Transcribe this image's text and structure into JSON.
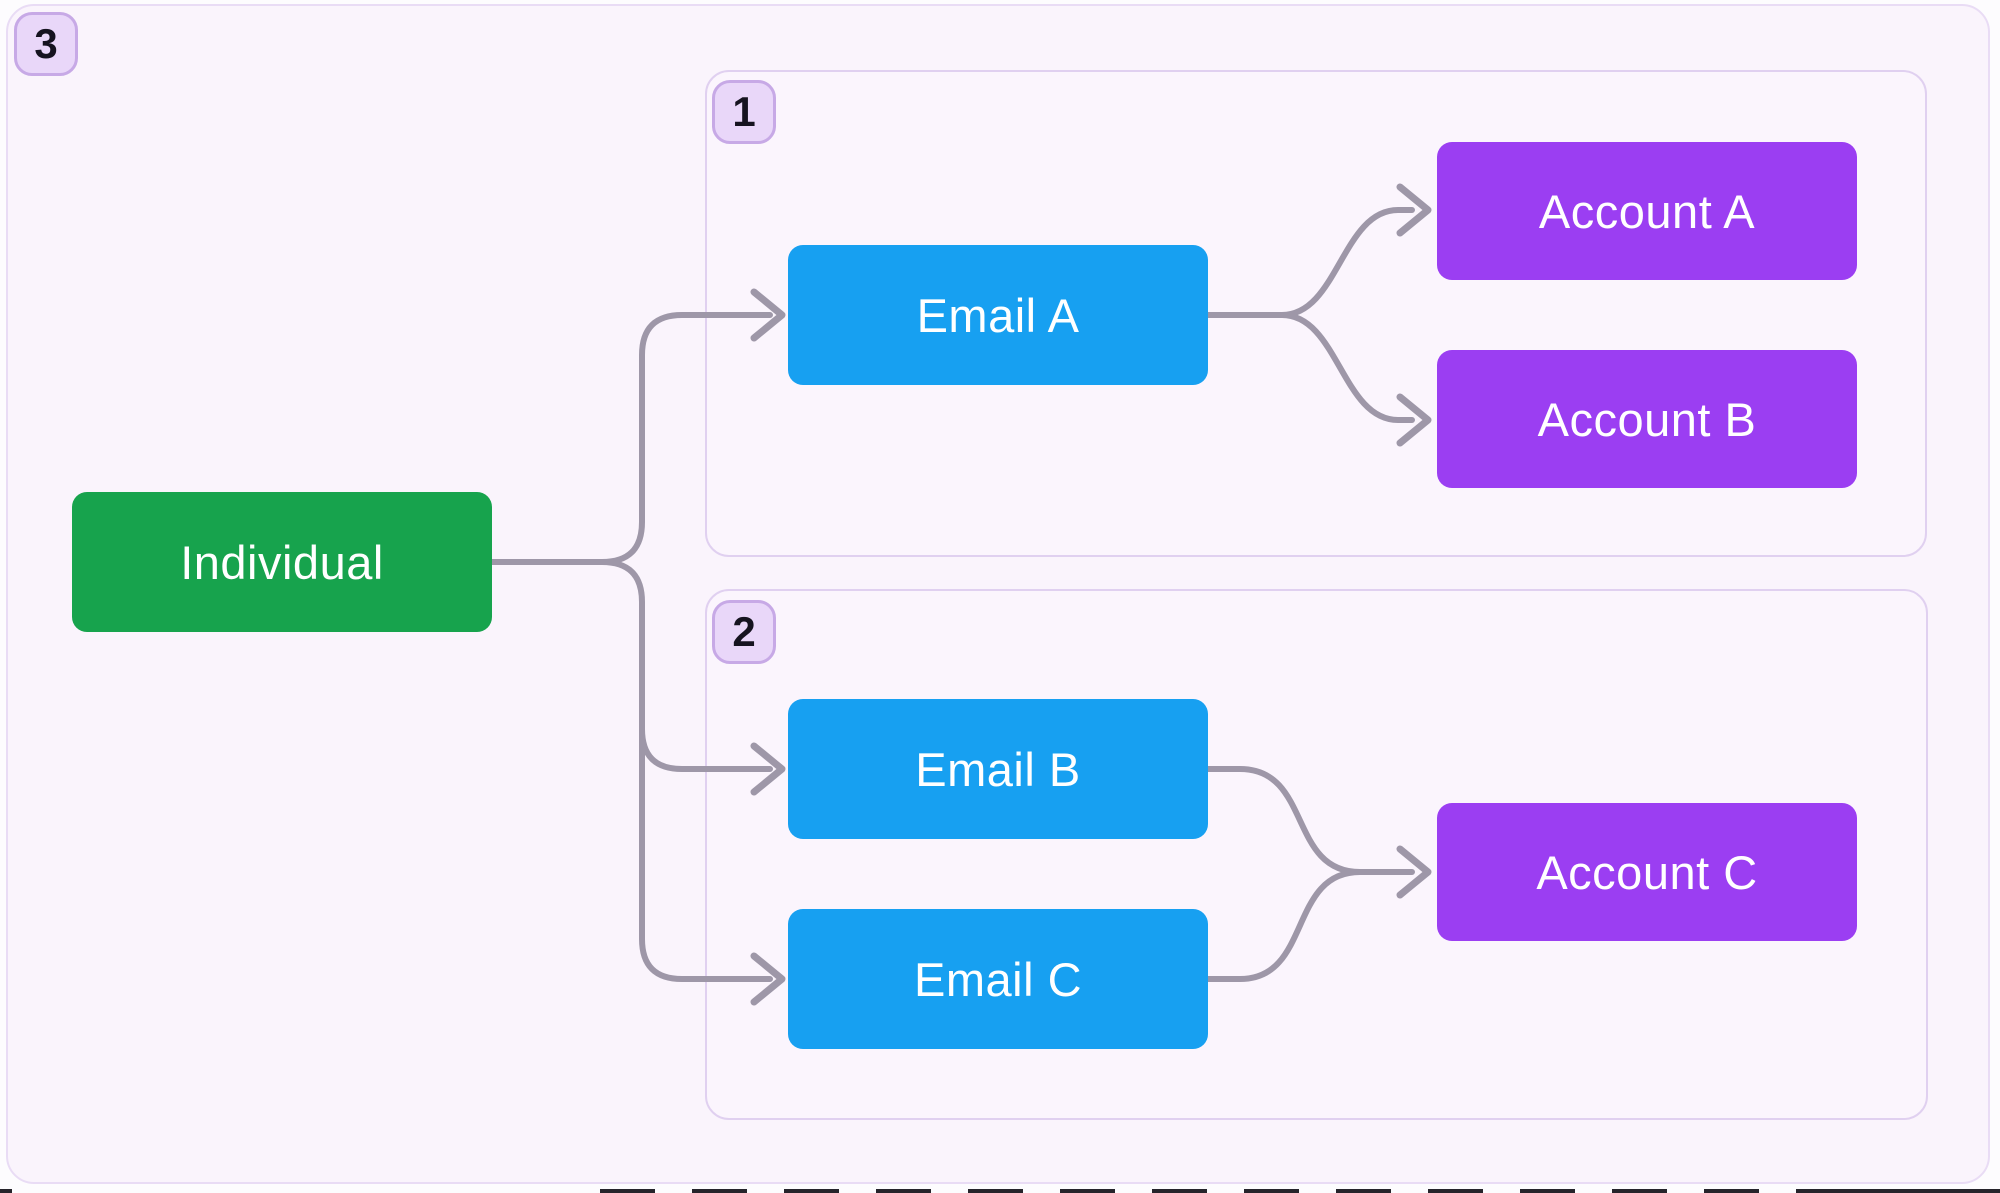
{
  "diagram": {
    "title": "individual-email-account-mapping",
    "outer_group": {
      "badge": "3"
    },
    "groups": [
      {
        "badge": "1",
        "members": [
          "Email A",
          "Account A",
          "Account B"
        ]
      },
      {
        "badge": "2",
        "members": [
          "Email B",
          "Email C",
          "Account C"
        ]
      }
    ],
    "nodes": {
      "individual": "Individual",
      "email_a": "Email A",
      "email_b": "Email B",
      "email_c": "Email C",
      "account_a": "Account A",
      "account_b": "Account B",
      "account_c": "Account C"
    },
    "edges": [
      {
        "from": "Individual",
        "to": "Email A"
      },
      {
        "from": "Individual",
        "to": "Email B"
      },
      {
        "from": "Individual",
        "to": "Email C"
      },
      {
        "from": "Email A",
        "to": "Account A"
      },
      {
        "from": "Email A",
        "to": "Account B"
      },
      {
        "from": "Email B",
        "to": "Account C"
      },
      {
        "from": "Email C",
        "to": "Account C"
      }
    ],
    "colors": {
      "individual_node": "#17a34d",
      "email_node": "#17a0f1",
      "account_node": "#9b3ef2",
      "connector": "#9e97a8",
      "group_background": "#fbf5fd",
      "group_border": "#e0d0f0",
      "outer_background": "#faf4fc",
      "badge_background": "#e9d7f9",
      "badge_border": "#c7a9e6",
      "node_text": "#ffffff"
    }
  }
}
